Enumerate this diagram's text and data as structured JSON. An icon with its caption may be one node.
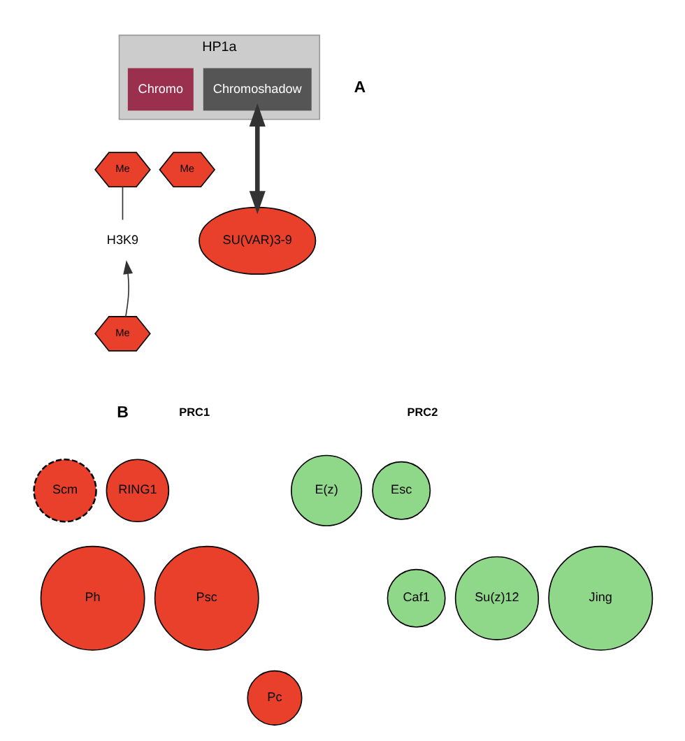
{
  "diagram": {
    "nodes": [
      {
        "text": [
          "HP1a"
        ]
      },
      {
        "text": [
          "Chromo"
        ],
        "in": 0
      },
      {
        "text": [
          "Chromoshadow"
        ],
        "in": 0
      },
      {
        "text": [
          "Me"
        ]
      },
      {
        "text": [
          "Me"
        ]
      },
      {
        "text": [
          "H3K9"
        ]
      },
      {
        "text": [
          "SU(VAR)3-9"
        ]
      },
      {
        "text": [
          "Me"
        ]
      },
      {
        "text": [
          "Scm"
        ]
      },
      {
        "text": [
          "RING1"
        ]
      },
      {
        "text": [
          "Ph"
        ]
      },
      {
        "text": [
          "Psc"
        ]
      },
      {
        "text": [
          "Pc"
        ]
      },
      {
        "text": [
          "E(z)"
        ]
      },
      {
        "text": [
          "Esc"
        ]
      },
      {
        "text": [
          "Caf1"
        ]
      },
      {
        "text": [
          "Su(z)12"
        ]
      },
      {
        "text": [
          "Jing"
        ]
      }
    ],
    "edges": [
      {
        "from": 3,
        "to": 5,
        "arrow": "none"
      },
      {
        "from": 2,
        "to": 6,
        "arrow": "both",
        "style": "thick",
        "color": "#333333"
      },
      {
        "from": 7,
        "to": 5,
        "arrow": "to"
      }
    ],
    "labels": [
      "A",
      "B",
      "PRC1",
      "PRC2"
    ]
  }
}
